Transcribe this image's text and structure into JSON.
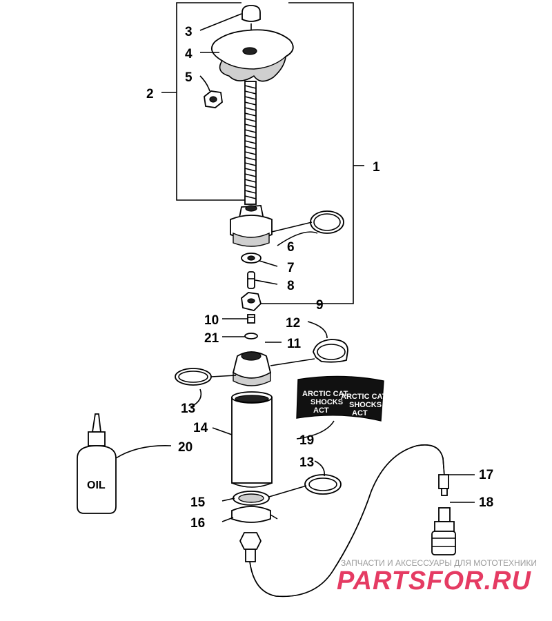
{
  "callouts": {
    "c1": "1",
    "c2": "2",
    "c3": "3",
    "c4": "4",
    "c5": "5",
    "c6": "6",
    "c7": "7",
    "c8": "8",
    "c9": "9",
    "c10": "10",
    "c11": "11",
    "c12": "12",
    "c13a": "13",
    "c13b": "13",
    "c14": "14",
    "c15": "15",
    "c16": "16",
    "c17": "17",
    "c18": "18",
    "c19": "19",
    "c20": "20",
    "c21": "21"
  },
  "bottle_label": "OIL",
  "decal": {
    "line1": "ARCTIC CAT",
    "line2": "SHOCKS",
    "logo": "ACT"
  },
  "watermark": {
    "tagline": "ЗАПЧАСТИ И АКСЕССУАРЫ ДЛЯ МОТОТЕХНИКИ",
    "brand": "PARTSFOR.RU"
  },
  "colors": {
    "line": "#000000",
    "background": "#ffffff",
    "watermark_brand": "#e53b63",
    "watermark_tagline": "#9c9c9c"
  }
}
